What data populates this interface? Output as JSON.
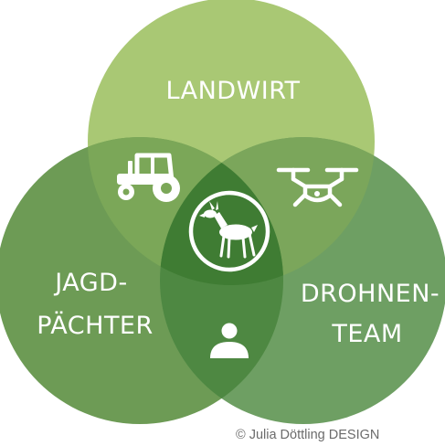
{
  "diagram": {
    "type": "venn",
    "circles": [
      {
        "id": "landwirt",
        "label_lines": [
          "LANDWIRT"
        ],
        "color": "#a9c874",
        "icon": "tractor-icon"
      },
      {
        "id": "jagdpaechter",
        "label_lines": [
          "JAGD-",
          "PÄCHTER"
        ],
        "color": "#6d9b55",
        "icon": "person-icon"
      },
      {
        "id": "drohnenteam",
        "label_lines": [
          "DROHNEN-",
          "TEAM"
        ],
        "color": "#6e9f63",
        "icon": "drone-icon"
      }
    ],
    "center": {
      "icon": "deer-icon"
    },
    "intersection_colors": {
      "landwirt_jagd": "#7ba758",
      "landwirt_drohnen": "#7ba65b",
      "jagd_drohnen": "#4e8842",
      "all": "#3f7c33"
    }
  },
  "footer": {
    "copyright": "© Julia Döttling DESIGN"
  }
}
